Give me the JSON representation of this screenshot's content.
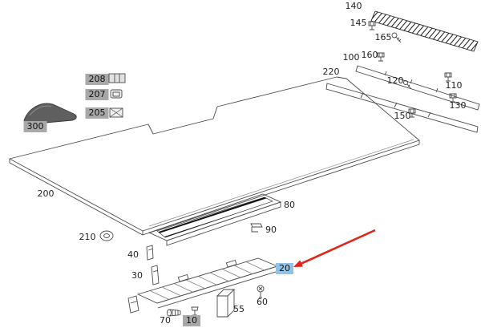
{
  "diagram": {
    "name": "rear-floor-trim-exploded-parts-diagram",
    "selected_part": "20",
    "colors": {
      "line": "#4a4a4a",
      "badge_gray": "#a8a8a8",
      "badge_selected_blue": "#8fc3e8",
      "arrow_red": "#e2231a",
      "dark_part_fill": "#5f5f5f",
      "hatch_black": "#1a1a1a"
    },
    "icons": {
      "arrow": "selection-arrow-red"
    },
    "parts": {
      "p10": {
        "label": "10",
        "style": "badge-gray"
      },
      "p20": {
        "label": "20",
        "style": "badge-selected"
      },
      "p30": {
        "label": "30",
        "style": "plain"
      },
      "p40": {
        "label": "40",
        "style": "plain"
      },
      "p55": {
        "label": "55",
        "style": "plain"
      },
      "p60": {
        "label": "60",
        "style": "plain"
      },
      "p70": {
        "label": "70",
        "style": "plain"
      },
      "p80": {
        "label": "80",
        "style": "plain"
      },
      "p90": {
        "label": "90",
        "style": "plain"
      },
      "p100": {
        "label": "100",
        "style": "plain"
      },
      "p110": {
        "label": "110",
        "style": "plain"
      },
      "p120": {
        "label": "120",
        "style": "plain"
      },
      "p130": {
        "label": "130",
        "style": "plain"
      },
      "p140": {
        "label": "140",
        "style": "plain"
      },
      "p145": {
        "label": "145",
        "style": "plain"
      },
      "p150": {
        "label": "150",
        "style": "plain"
      },
      "p160": {
        "label": "160",
        "style": "plain"
      },
      "p165": {
        "label": "165",
        "style": "plain"
      },
      "p200": {
        "label": "200",
        "style": "plain"
      },
      "p205": {
        "label": "205",
        "style": "badge-gray"
      },
      "p207": {
        "label": "207",
        "style": "badge-gray"
      },
      "p208": {
        "label": "208",
        "style": "badge-gray"
      },
      "p210": {
        "label": "210",
        "style": "plain"
      },
      "p220": {
        "label": "220",
        "style": "plain"
      },
      "p300": {
        "label": "300",
        "style": "badge-gray"
      }
    }
  }
}
